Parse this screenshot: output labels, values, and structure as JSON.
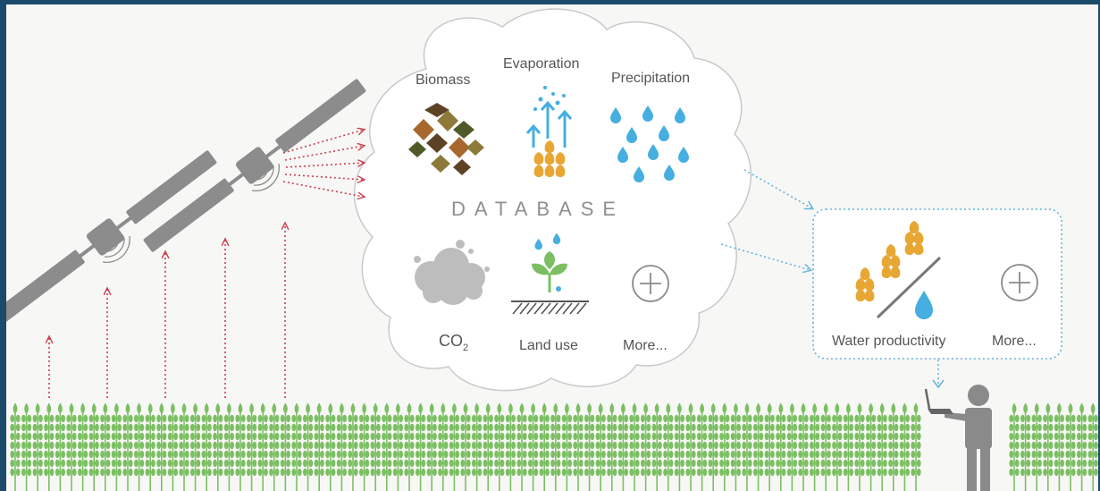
{
  "database": {
    "title": "DATABASE",
    "items": [
      {
        "label": "Biomass",
        "icon": "leaves-icon"
      },
      {
        "label": "Evaporation",
        "icon": "evaporation-icon"
      },
      {
        "label": "Precipitation",
        "icon": "raindrops-icon"
      },
      {
        "label": "CO",
        "subscript": "2",
        "icon": "co2-cloud-icon"
      },
      {
        "label": "Land use",
        "icon": "seedling-icon"
      },
      {
        "label": "More...",
        "icon": "plus-circle-icon"
      }
    ]
  },
  "output": {
    "items": [
      {
        "label": "Water productivity",
        "icon": "wheat-over-water-icon"
      },
      {
        "label": "More...",
        "icon": "plus-circle-icon"
      }
    ]
  },
  "colors": {
    "border": "#1b4a6a",
    "background": "#f7f7f5",
    "satellite": "#8c8c8c",
    "signal_arrow": "#c9404e",
    "link_arrow": "#64b4dc",
    "crop": "#7cbf63",
    "wheat": "#e8a633",
    "water": "#46aee0",
    "biomass": [
      "#5e4226",
      "#8d7a3b",
      "#a8682d",
      "#4f5a27"
    ],
    "person": "#8a8a8a"
  }
}
